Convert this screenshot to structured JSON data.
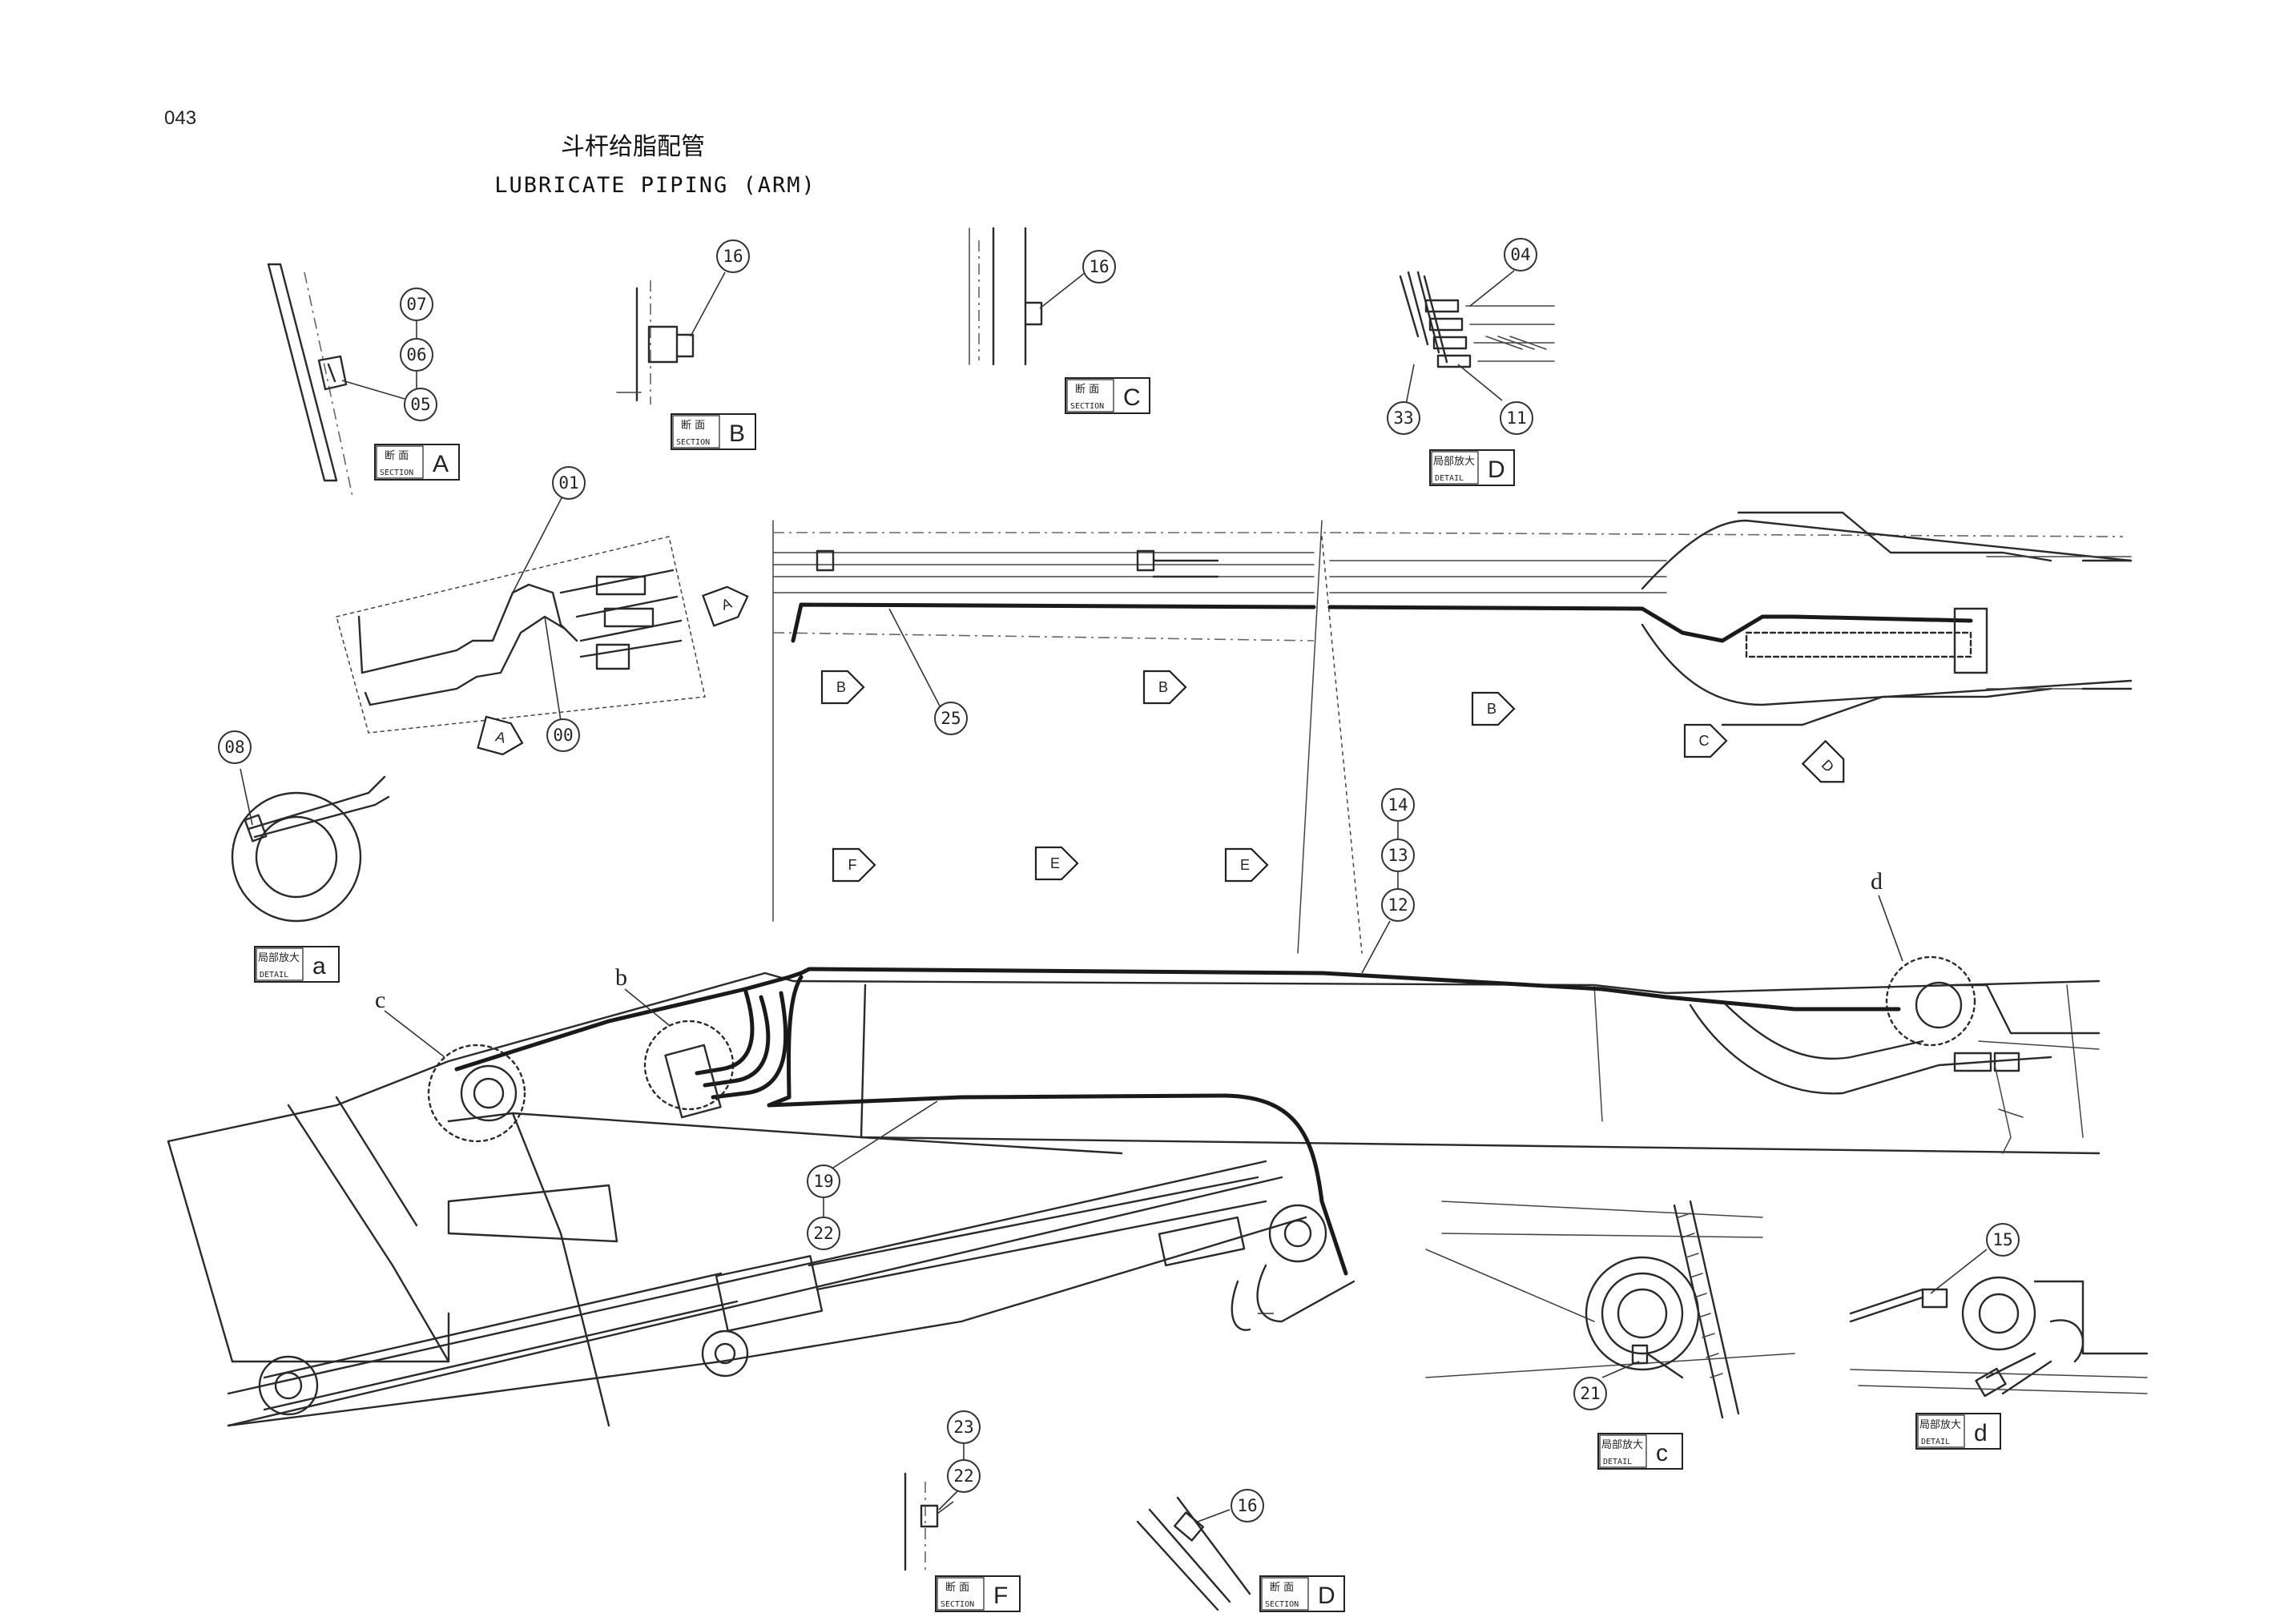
{
  "page_number": "043",
  "title": {
    "cn": "斗杆给脂配管",
    "en": "LUBRICATE PIPING (ARM)"
  },
  "view_labels": [
    {
      "id": "section-a",
      "cn": "断 面",
      "en": "SECTION",
      "letter": "A"
    },
    {
      "id": "section-b",
      "cn": "断 面",
      "en": "SECTION",
      "letter": "B"
    },
    {
      "id": "section-c",
      "cn": "断 面",
      "en": "SECTION",
      "letter": "C"
    },
    {
      "id": "detail-d-top",
      "cn": "局部放大",
      "en": "DETAIL",
      "letter": "D"
    },
    {
      "id": "detail-a",
      "cn": "局部放大",
      "en": "DETAIL",
      "letter": "a"
    },
    {
      "id": "detail-c",
      "cn": "局部放大",
      "en": "DETAIL",
      "letter": "c"
    },
    {
      "id": "detail-d",
      "cn": "局部放大",
      "en": "DETAIL",
      "letter": "d"
    },
    {
      "id": "section-f",
      "cn": "断 面",
      "en": "SECTION",
      "letter": "F"
    },
    {
      "id": "section-d-bottom",
      "cn": "断 面",
      "en": "SECTION",
      "letter": "D"
    }
  ],
  "view_arrows": [
    {
      "id": "arrow-a-1",
      "letter": "A"
    },
    {
      "id": "arrow-a-2",
      "letter": "A"
    },
    {
      "id": "arrow-b-1",
      "letter": "B"
    },
    {
      "id": "arrow-b-2",
      "letter": "B"
    },
    {
      "id": "arrow-b-3",
      "letter": "B"
    },
    {
      "id": "arrow-c",
      "letter": "C"
    },
    {
      "id": "arrow-d",
      "letter": "D"
    },
    {
      "id": "arrow-f",
      "letter": "F"
    },
    {
      "id": "arrow-e-1",
      "letter": "E"
    },
    {
      "id": "arrow-e-2",
      "letter": "E"
    }
  ],
  "detail_letters": [
    "a",
    "b",
    "c",
    "d"
  ],
  "callouts": [
    {
      "id": "c07",
      "num": "07"
    },
    {
      "id": "c06",
      "num": "06"
    },
    {
      "id": "c05",
      "num": "05"
    },
    {
      "id": "c16a",
      "num": "16"
    },
    {
      "id": "c16b",
      "num": "16"
    },
    {
      "id": "c04",
      "num": "04"
    },
    {
      "id": "c33",
      "num": "33"
    },
    {
      "id": "c11",
      "num": "11"
    },
    {
      "id": "c01",
      "num": "01"
    },
    {
      "id": "c00",
      "num": "00"
    },
    {
      "id": "c08",
      "num": "08"
    },
    {
      "id": "c25",
      "num": "25"
    },
    {
      "id": "c14",
      "num": "14"
    },
    {
      "id": "c13",
      "num": "13"
    },
    {
      "id": "c12",
      "num": "12"
    },
    {
      "id": "c19",
      "num": "19"
    },
    {
      "id": "c22a",
      "num": "22"
    },
    {
      "id": "c15",
      "num": "15"
    },
    {
      "id": "c21",
      "num": "21"
    },
    {
      "id": "c23",
      "num": "23"
    },
    {
      "id": "c22b",
      "num": "22"
    },
    {
      "id": "c16c",
      "num": "16"
    }
  ]
}
